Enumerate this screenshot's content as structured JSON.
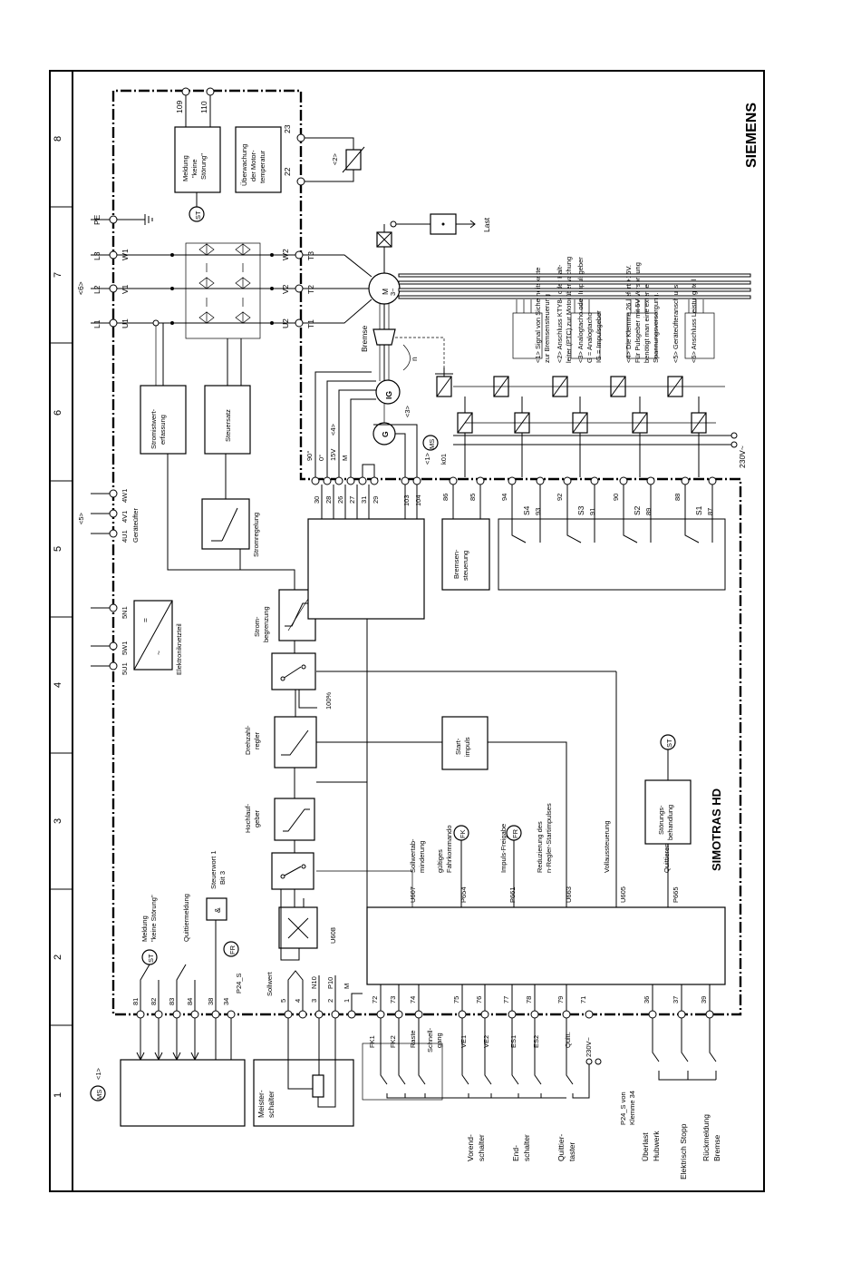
{
  "columns": [
    "1",
    "2",
    "3",
    "4",
    "5",
    "6",
    "7",
    "8"
  ],
  "brand": "SIEMENS",
  "product": "SIMOTRAS HD",
  "notes": [
    "<1> Signal von Sicherheitskette",
    "zur Bremsensteuerung",
    "<2> Anschluss KTY84 oder Kalt-",
    "leiter (PTC) zur Motorüberwachung",
    "<3> Analogtacho oder Impulsgeber",
    "G = Analogtacho",
    "IG = Impulsgeber",
    "<4> Die Klemme 26 liefert +15V.",
    "Für Pulsgeber mit 5V-Versorgung",
    "benötigt man eine externe",
    "Spannungsversorgung.",
    "<5> Geräteüfteranschluss",
    "<6> Anschluss Leistungsteil"
  ],
  "top_terminals": {
    "mains": [
      "L1",
      "L2",
      "L3",
      "PE"
    ],
    "motor_side": [
      "U1",
      "V1",
      "W1"
    ],
    "note6": "<6>",
    "outputs_top": [
      "U2",
      "V2",
      "W2"
    ],
    "outputs": [
      "T1",
      "T2",
      "T3"
    ],
    "relay": [
      "109",
      "110"
    ],
    "temp": [
      "22",
      "23"
    ],
    "note2": "<2>"
  },
  "blocks": {
    "meldung": [
      "Meldung",
      "\"keine",
      "Störung\""
    ],
    "motortemp": [
      "Überwachung",
      "der Motor-",
      "temperatur"
    ],
    "stromist": [
      "Stromistwert-",
      "erfassung"
    ],
    "steuersatz": "Steuersatz",
    "stromregelung": "Stromregelung",
    "strombegrenzung": [
      "Strom-",
      "begrenzung"
    ],
    "drehzahlregler": [
      "Drehzahl-",
      "regler"
    ],
    "hochlaufgeber": [
      "Hochlauf-",
      "geber"
    ],
    "startimpuls": [
      "Start-",
      "impuls"
    ],
    "stoerungsbehandlung": [
      "Störungs-",
      "behandlung"
    ],
    "bremsensteuerung": [
      "Bremsen-",
      "steuerung"
    ],
    "elektroniknetzteil": "Elektroniknetzteil",
    "meisterschalter": [
      "Meister-",
      "schalter"
    ],
    "percent100": "100%",
    "u608": "U608"
  },
  "supply": {
    "note5": "<5>",
    "fan": [
      "4U1",
      "4V1",
      "4W1"
    ],
    "fan_label": "Geräteüfter",
    "electronics": [
      "5U1",
      "5W1",
      "5N1"
    ]
  },
  "encoder": {
    "terminals": [
      "30",
      "28",
      "26",
      "27",
      "31",
      "29",
      "103",
      "104"
    ],
    "labels": [
      "90°",
      "0°",
      "15V",
      "<4>",
      "M"
    ],
    "note3": "<3>",
    "ig": "IG",
    "g": "G",
    "motor": [
      "M",
      "3~"
    ],
    "brake": "Bremse",
    "n": "n",
    "load": "Last"
  },
  "limit_switches": {
    "terminals": [
      "86",
      "85",
      "94",
      "93",
      "92",
      "91",
      "90",
      "89",
      "88",
      "87"
    ],
    "labels": [
      "S4",
      "S3",
      "S2",
      "S1"
    ],
    "ms": "MS",
    "k01": "k01",
    "note1": "<1>",
    "supply": "230V~"
  },
  "signals_left": {
    "st": "ST",
    "fr": "FR",
    "fk": "FK",
    "ms": "MS",
    "note1": "<1>",
    "meldung": [
      "Meldung",
      "\"keine Störung\""
    ],
    "quittier": "Quittiermeldung",
    "steuerwort": [
      "Steuerwort 1",
      "Bit 3"
    ],
    "and": "&",
    "p24": "P24_S",
    "terminals_top": [
      "81",
      "82",
      "83",
      "84",
      "38",
      "34"
    ],
    "sollwert": "Sollwert",
    "sollwert_terms": [
      "5",
      "4",
      "3",
      "2",
      "1"
    ],
    "sollwert_labels": [
      "N10",
      "P10",
      "M"
    ],
    "inputs": [
      "72",
      "73",
      "74",
      "75",
      "76",
      "77",
      "78",
      "79",
      "71",
      "36",
      "37",
      "39"
    ],
    "input_labels": [
      "FK1",
      "FK2",
      "Raste",
      "Schnell-",
      "gang",
      "VE1",
      "VE2",
      "ES1",
      "ES2",
      "Quitt.",
      "230V~"
    ],
    "params": [
      {
        "u": "U607",
        "txt": [
          "Sollwertab-",
          "minderung"
        ]
      },
      {
        "u": "P654",
        "txt": [
          "gültiges",
          "Fahrkommando"
        ]
      },
      {
        "u": "P661",
        "txt": [
          "Impuls-Freigabe"
        ]
      },
      {
        "u": "U663",
        "txt": [
          "Reduzierung des",
          "n-Regler-Startimpulses"
        ]
      },
      {
        "u": "U605",
        "txt": [
          "Vollaussteuerung"
        ]
      },
      {
        "u": "P665",
        "txt": [
          "Quittieren"
        ]
      }
    ],
    "bottom_labels": [
      [
        "Vorend-",
        "schalter"
      ],
      [
        "End-",
        "schalter"
      ],
      [
        "Quittier-",
        "taster"
      ],
      [
        "P24_S von",
        "Klemme 34"
      ],
      [
        "Überlast",
        "Hubwerk"
      ],
      [
        "Elektrisch Stopp"
      ],
      [
        "Rückmeldung",
        "Bremse"
      ]
    ]
  }
}
